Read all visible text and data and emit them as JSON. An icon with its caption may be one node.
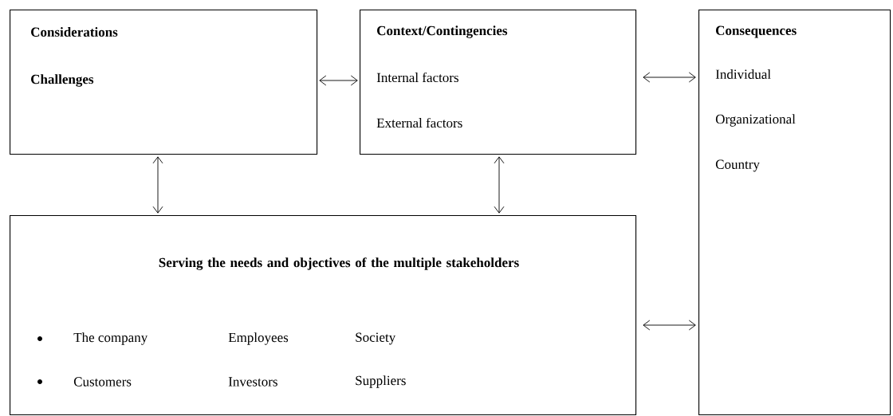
{
  "diagram": {
    "nodes": [
      {
        "text": [
          "Considerations",
          "Challenges"
        ]
      },
      {
        "text": [
          "Context/Contingencies",
          "Internal factors",
          "External factors"
        ]
      },
      {
        "text": [
          "Consequences",
          "Individual",
          "Organizational",
          "Country"
        ]
      },
      {
        "text": [
          "Serving the needs and objectives of the multiple stakeholders",
          "The company",
          "Employees",
          "Society",
          "Customers",
          "Investors",
          "Suppliers"
        ]
      }
    ],
    "edges": [
      {
        "from": 0,
        "to": 1,
        "arrow": "both"
      },
      {
        "from": 1,
        "to": 2,
        "arrow": "both"
      },
      {
        "from": 0,
        "to": 3,
        "arrow": "both"
      },
      {
        "from": 1,
        "to": 3,
        "arrow": "both"
      },
      {
        "from": 3,
        "to": 2,
        "arrow": "both"
      }
    ]
  }
}
